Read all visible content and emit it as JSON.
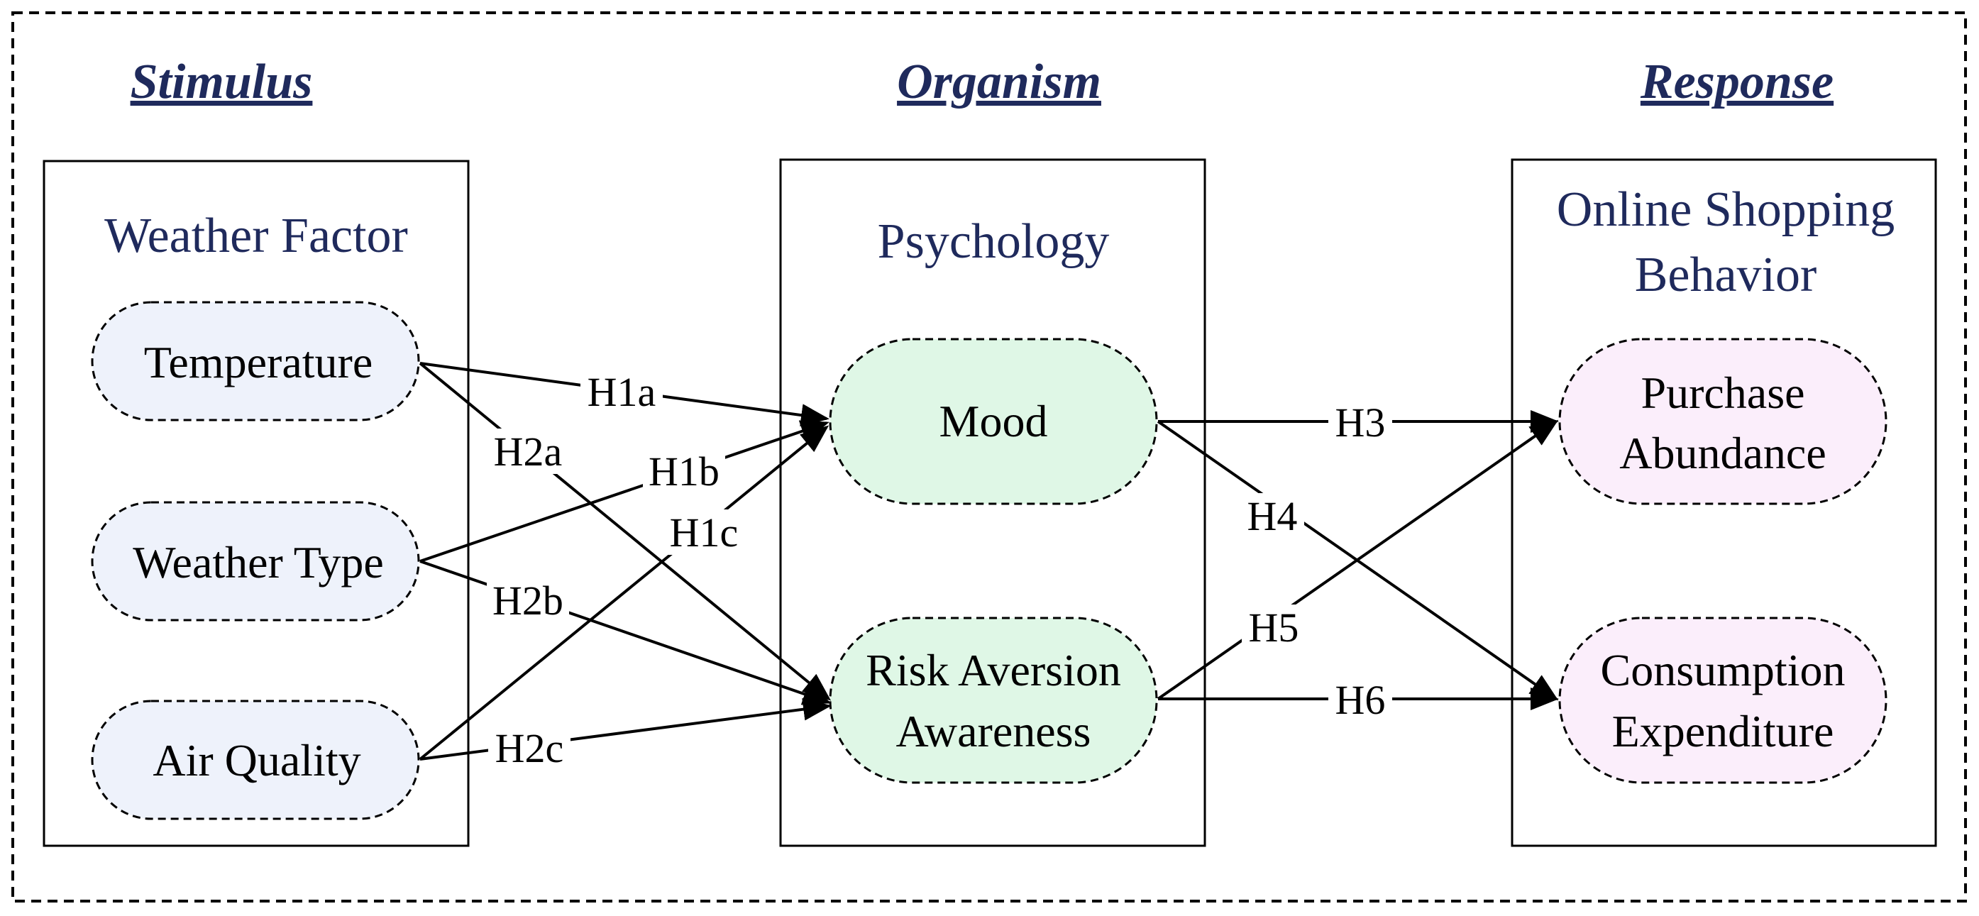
{
  "colors": {
    "heading": "#1f2a5c",
    "text": "#000000",
    "box_border": "#000000",
    "weather_node_fill": "#eef2fb",
    "psychology_node_fill": "#dff7e6",
    "response_node_fill": "#fbeefb"
  },
  "sections": {
    "stimulus": "Stimulus",
    "organism": "Organism",
    "response": "Response"
  },
  "boxes": {
    "weather": "Weather Factor",
    "psychology": "Psychology",
    "shopping_line1": "Online Shopping",
    "shopping_line2": "Behavior"
  },
  "nodes": {
    "temperature": "Temperature",
    "weather_type": "Weather Type",
    "air_quality": "Air Quality",
    "mood": "Mood",
    "risk_line1": "Risk Aversion",
    "risk_line2": "Awareness",
    "purchase_line1": "Purchase",
    "purchase_line2": "Abundance",
    "consumption_line1": "Consumption",
    "consumption_line2": "Expenditure"
  },
  "hypotheses": {
    "h1a": "H1a",
    "h1b": "H1b",
    "h1c": "H1c",
    "h2a": "H2a",
    "h2b": "H2b",
    "h2c": "H2c",
    "h3": "H3",
    "h4": "H4",
    "h5": "H5",
    "h6": "H6"
  }
}
